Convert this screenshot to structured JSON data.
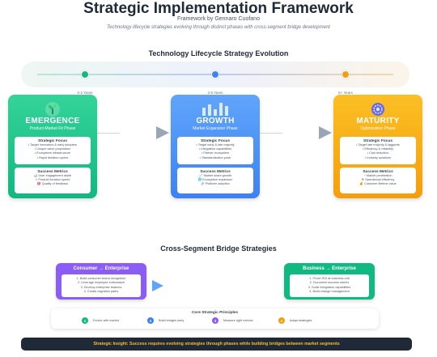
{
  "header": {
    "title": "Strategic Implementation Framework",
    "author": "Framework by Gennaro Cuofano",
    "subtitle": "Technology lifecycle strategies evolving through distinct phases with cross-segment bridge development"
  },
  "lifecycle": {
    "title": "Technology Lifecycle Strategy Evolution",
    "periods": [
      "0-2 Years",
      "2-5 Years",
      "5+ Years"
    ],
    "phases": [
      {
        "name": "EMERGENCE",
        "phase": "Product-Market Fit Phase",
        "icon": "sprout-icon",
        "color": "#10b981",
        "focus_title": "Strategic Focus",
        "focus": [
          "Target innovators & early adopters",
          "Unique value proposition",
          "Ecosystem infrastructure",
          "Rapid iteration cycles"
        ],
        "metrics_title": "Success Metrics",
        "metrics": [
          "User engagement depth",
          "Product iteration speed",
          "Quality of feedback"
        ]
      },
      {
        "name": "GROWTH",
        "phase": "Market Expansion Phase",
        "icon": "bar-chart-icon",
        "color": "#3b82f6",
        "focus_title": "Strategic Focus",
        "focus": [
          "Target early & late majority",
          "Integration capabilities",
          "Partner ecosystem",
          "Standardization push"
        ],
        "metrics_title": "Success Metrics",
        "metrics": [
          "Market share growth",
          "Ecosystem expansion",
          "Platform adoption"
        ]
      },
      {
        "name": "MATURITY",
        "phase": "Optimization Phase",
        "icon": "gear-icon",
        "color": "#f59e0b",
        "focus_title": "Strategic Focus",
        "focus": [
          "Target late majority & laggards",
          "Efficiency & reliability",
          "Cost reduction",
          "Industry solutions"
        ],
        "metrics_title": "Success Metrics",
        "metrics": [
          "Market penetration",
          "Operational efficiency",
          "Customer lifetime value"
        ]
      }
    ]
  },
  "bridges": {
    "title": "Cross-Segment Bridge Strategies",
    "consumer": {
      "title": "Consumer → Enterprise",
      "color": "#8b5cf6",
      "items": [
        "1. Build consumer brand recognition",
        "2. Leverage employee enthusiasm",
        "3. Develop enterprise features",
        "4. Create migration paths"
      ]
    },
    "business": {
      "title": "Business → Enterprise",
      "color": "#10b981",
      "items": [
        "1. Prove ROI at business unit",
        "2. Document success stories",
        "3. Scale integration capabilities",
        "4. Build change management"
      ]
    }
  },
  "principles": {
    "title": "Core Strategic Principles",
    "items": [
      {
        "num": "1",
        "label": "Evolve with market",
        "color": "#10b981"
      },
      {
        "num": "2",
        "label": "Build bridges early",
        "color": "#3b82f6"
      },
      {
        "num": "3",
        "label": "Measure right metrics",
        "color": "#8b5cf6"
      },
      {
        "num": "4",
        "label": "Adapt strategies",
        "color": "#f59e0b"
      }
    ]
  },
  "insight": "Strategic Insight: Success requires evolving strategies through phases while building bridges between market segments"
}
